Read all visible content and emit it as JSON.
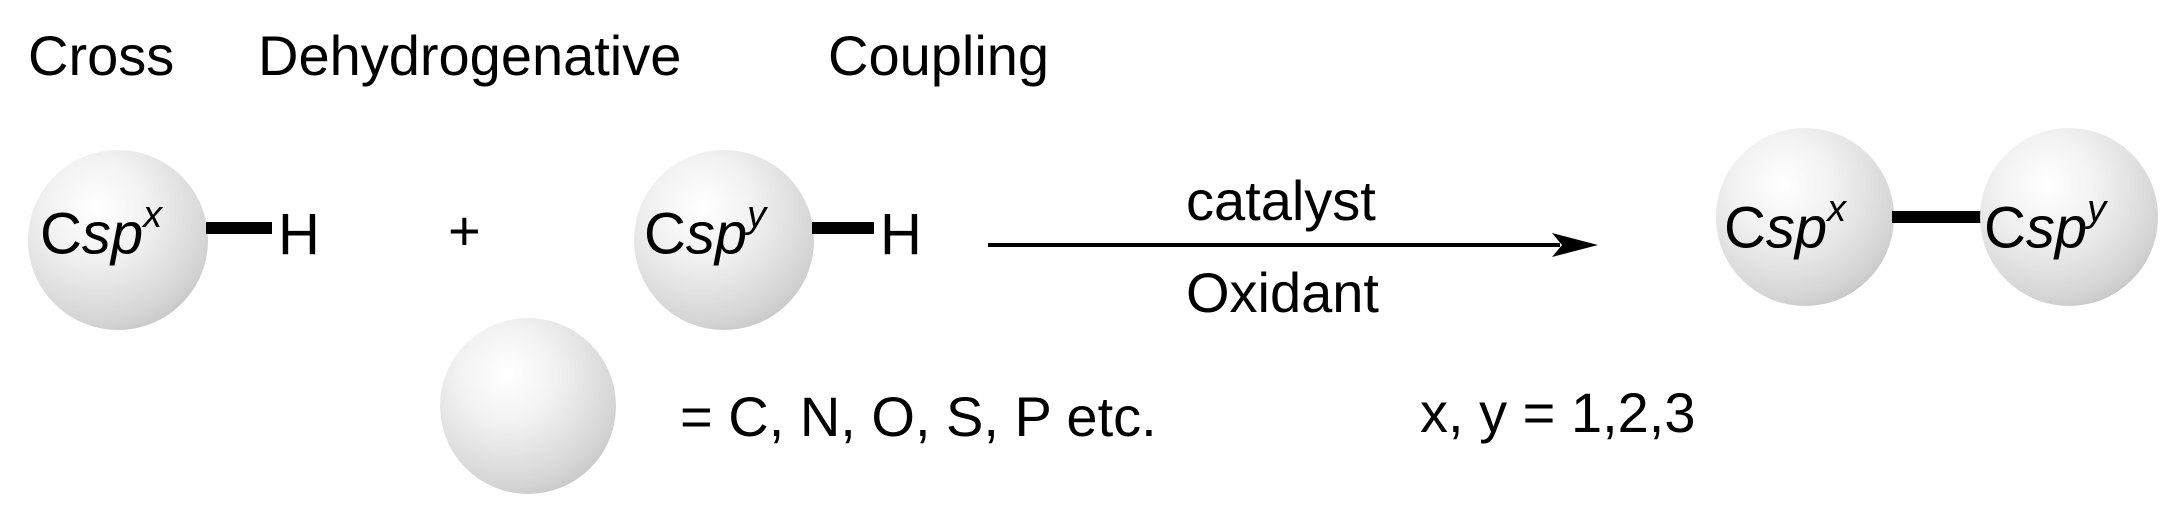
{
  "title": {
    "word1": "Cross",
    "word2": "Dehydrogenative",
    "word3": "Coupling"
  },
  "reactant1": {
    "atom": "C",
    "hybrid": "sp",
    "superscript": "x",
    "hydrogen": "H"
  },
  "plus_sign": "+",
  "reactant2": {
    "atom": "C",
    "hybrid": "sp",
    "superscript": "y",
    "hydrogen": "H"
  },
  "conditions": {
    "above_arrow": "catalyst",
    "below_arrow": "Oxidant"
  },
  "product": {
    "left_atom": "C",
    "left_hybrid": "sp",
    "left_superscript": "x",
    "right_atom": "C",
    "right_hybrid": "sp",
    "right_superscript": "y"
  },
  "legend": {
    "sphere_meaning": "= C, N, O, S, P etc.",
    "indices": "x, y = 1,2,3"
  },
  "colors": {
    "sphere_light": "#ffffff",
    "sphere_dark": "#a9a9a9",
    "ink": "#000000"
  }
}
